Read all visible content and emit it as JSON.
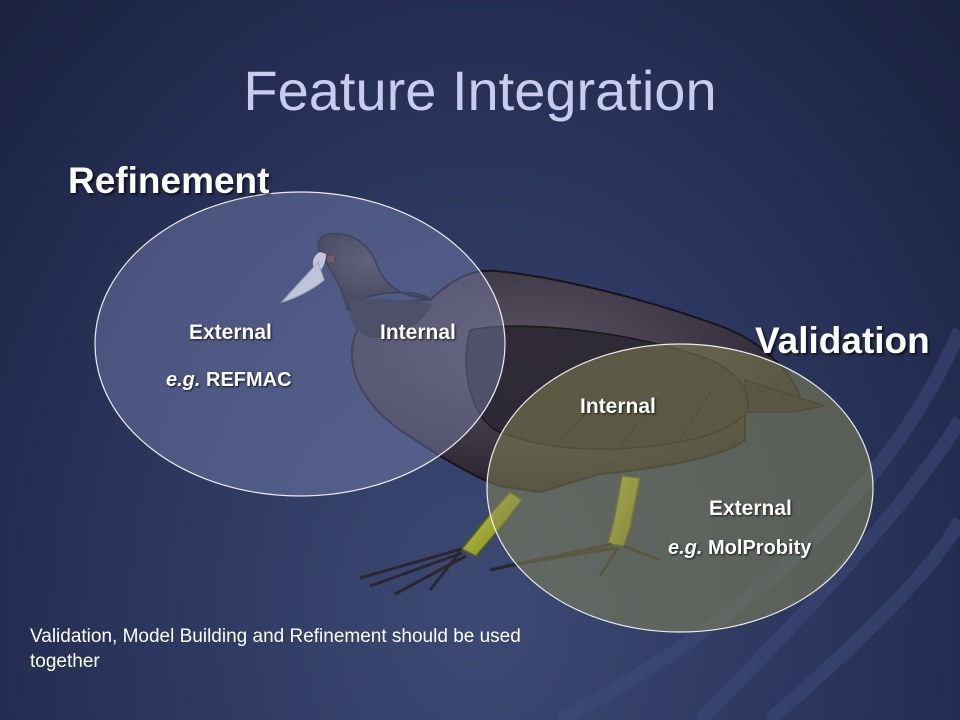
{
  "title": "Feature Integration",
  "refinement": {
    "heading": "Refinement",
    "external_label": "External",
    "internal_label": "Internal",
    "example_prefix": "e.g.",
    "example_tool": "REFMAC"
  },
  "validation": {
    "heading": "Validation",
    "internal_label": "Internal",
    "external_label": "External",
    "example_prefix": "e.g.",
    "example_tool": "MolProbity"
  },
  "note": "Validation, Model Building and Refinement should be used together",
  "colors": {
    "refinement_fill": "#7e89b8",
    "validation_fill": "#8a8a55",
    "circle_stroke": "#ffffff",
    "bird_body": "#3a3440",
    "bird_legs": "#a9b33a"
  },
  "illustration": "coot-bird"
}
